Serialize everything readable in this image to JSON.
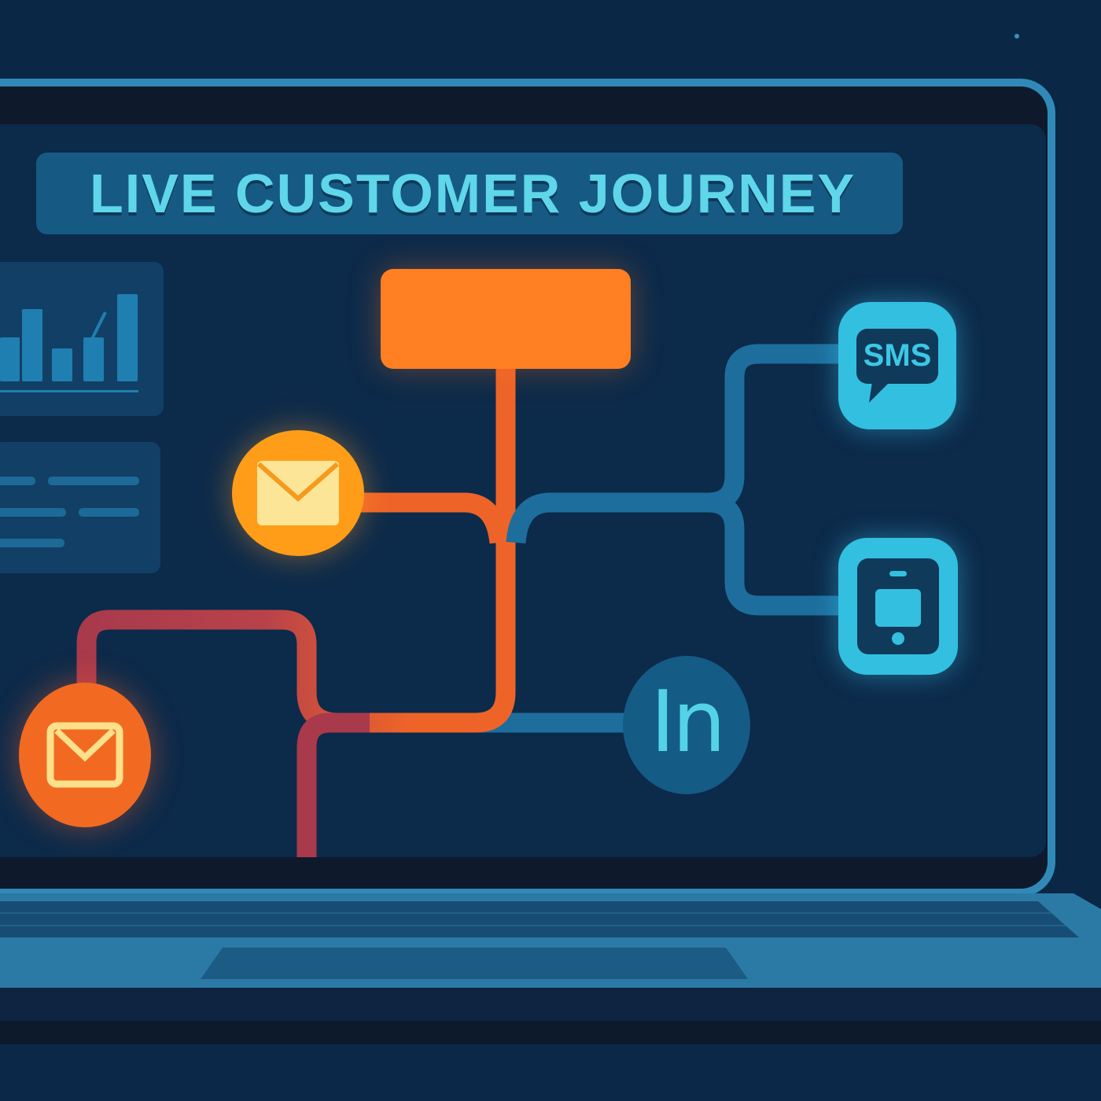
{
  "scene": {
    "title": "LIVE CUSTOMER JOURNEY",
    "colors": {
      "background": "#0a2746",
      "screen": "#0c2a4a",
      "title_bg": "#165a84",
      "title_text": "#5fd6ea",
      "start_node": "#ff7f22",
      "email_primary": "#ff9d18",
      "email_secondary": "#f26a22",
      "path_orange": "#ee6428",
      "path_red": "#a83a4c",
      "path_blue": "#1d6e9c",
      "channel_cyan": "#33bfe0",
      "laptop_frame": "#3189b8"
    }
  },
  "widgets": {
    "bar_chart": {
      "label": "bar-chart-widget",
      "bars": [
        52,
        92,
        42,
        58,
        112
      ]
    },
    "text_card": {
      "label": "text-lines-widget"
    }
  },
  "journey": {
    "start_node": {
      "label": ""
    },
    "nodes": [
      {
        "id": "email-primary",
        "icon": "envelope-icon"
      },
      {
        "id": "email-secondary",
        "icon": "envelope-icon"
      },
      {
        "id": "linkedin",
        "icon": "linkedin-icon",
        "text": "In"
      },
      {
        "id": "sms",
        "icon": "sms-chat-icon",
        "text": "SMS"
      },
      {
        "id": "mobile",
        "icon": "mobile-device-icon"
      }
    ]
  }
}
